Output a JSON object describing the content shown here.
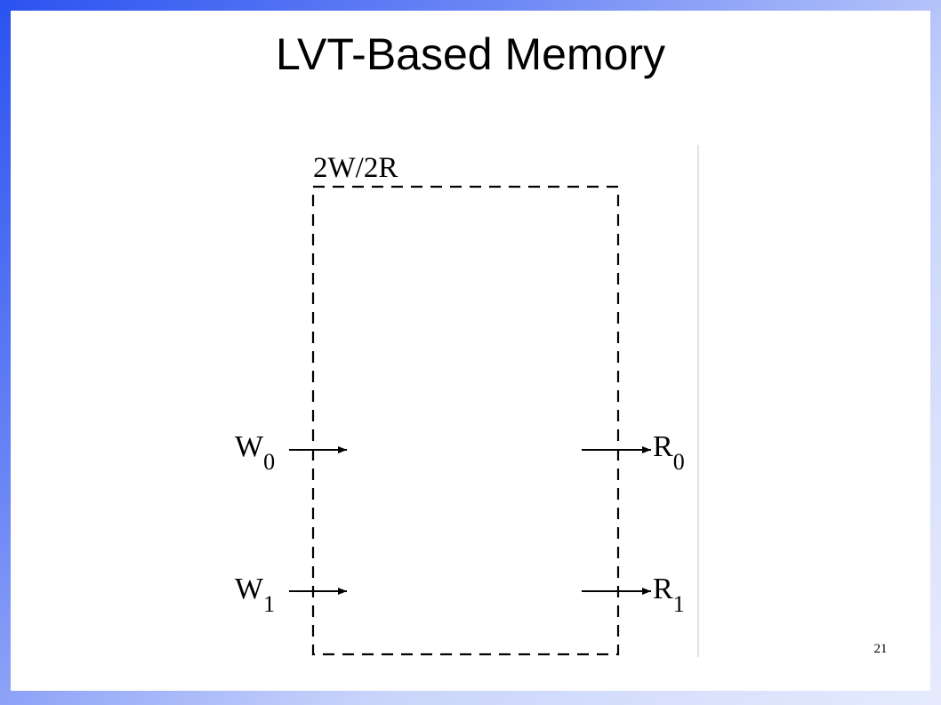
{
  "slide": {
    "title": "LVT-Based Memory",
    "page_number": "21"
  },
  "diagram": {
    "block_label": "2W/2R",
    "write_ports": [
      {
        "letter": "W",
        "sub": "0"
      },
      {
        "letter": "W",
        "sub": "1"
      }
    ],
    "read_ports": [
      {
        "letter": "R",
        "sub": "0"
      },
      {
        "letter": "R",
        "sub": "1"
      }
    ]
  }
}
